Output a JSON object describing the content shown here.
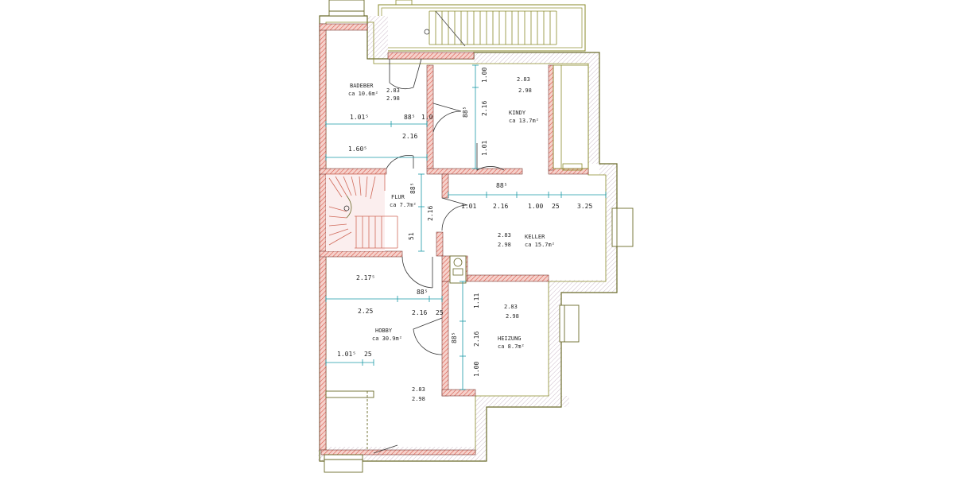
{
  "colors": {
    "wall_fill": "#f2c2bc",
    "wall_hatch": "#d9584a",
    "wall_outline": "#7a3a34",
    "inner_line": "#8a8a2a",
    "dimension": "#1a9aa6",
    "stair": "#d06a5a",
    "text": "#2a2a2a"
  },
  "rooms": {
    "bad": {
      "name": "BADEBER",
      "area": "ca 10.6m²",
      "h1": "2.83",
      "h2": "2.98"
    },
    "kind": {
      "name": "KINDY",
      "area": "ca 13.7m²",
      "h1": "2.83",
      "h2": "2.98"
    },
    "flur": {
      "name": "FLUR",
      "area": "ca 7.7m²"
    },
    "keller": {
      "name": "KELLER",
      "area": "ca 15.7m²",
      "h1": "2.83",
      "h2": "2.98"
    },
    "hobby": {
      "name": "HOBBY",
      "area": "ca 30.9m²",
      "h1": "2.83",
      "h2": "2.98"
    },
    "heizung": {
      "name": "HEIZUNG",
      "area": "ca 8.7m²",
      "h1": "2.83",
      "h2": "2.98"
    }
  },
  "dimensions": {
    "d1": "1.01⁵",
    "d2": "88⁵",
    "d3": "1.0",
    "d4": "2.16",
    "d5": "1.60⁵",
    "d6": "1.00",
    "d7": "2.16",
    "d8": "88⁵",
    "d9": "1.01",
    "d10": "2.16",
    "d11": "1.00",
    "d12": "25",
    "d13": "3.25",
    "d14": "2.17⁵",
    "d15": "2.25",
    "d16": "2.16",
    "d17": "25",
    "d18": "88⁵",
    "d19": "1.01⁵",
    "d20": "25",
    "d21": "1.11",
    "d22": "2.16",
    "d23": "1.00",
    "d24": "2.16",
    "d25": "51",
    "d26": "88⁵",
    "d27": "88⁵",
    "d28": "88⁵",
    "d29": "1.01"
  }
}
